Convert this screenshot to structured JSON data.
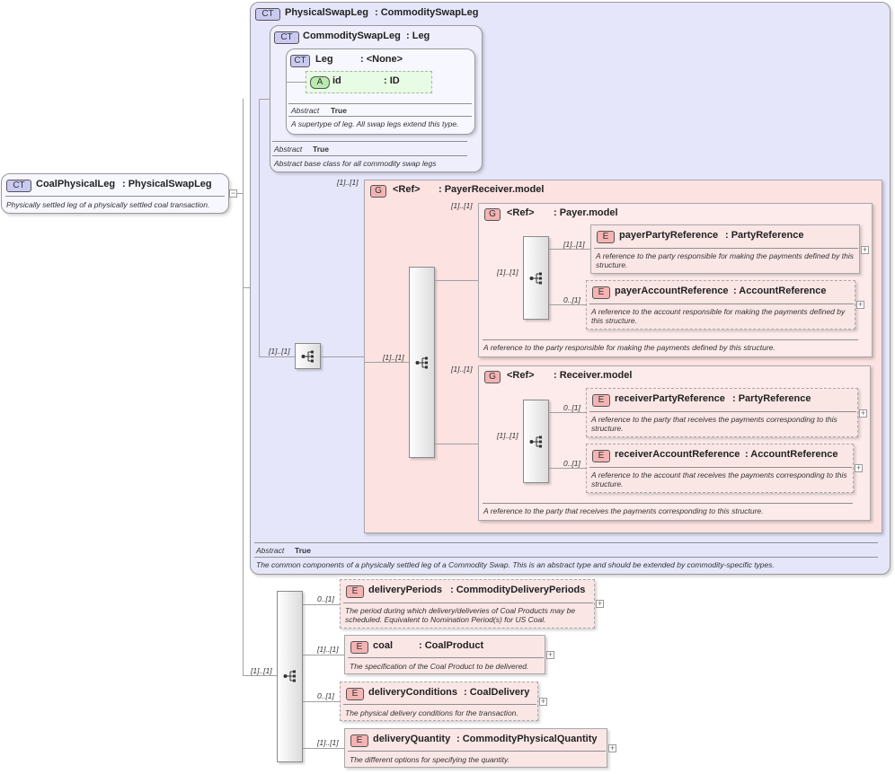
{
  "root": {
    "badge": "CT",
    "name": "CoalPhysicalLeg",
    "type": ": PhysicalSwapLeg",
    "desc": "Physically settled leg of a physically settled coal transaction.",
    "toggle": "−"
  },
  "physical_swap_leg": {
    "badge": "CT",
    "name": "PhysicalSwapLeg",
    "type": ": CommoditySwapLeg",
    "abstract_label": "Abstract",
    "abstract_value": "True",
    "desc": "The common components of a physically settled leg of a Commodity Swap. This is an abstract type and should be extended by commodity-specific types."
  },
  "commodity_swap_leg": {
    "badge": "CT",
    "name": "CommoditySwapLeg",
    "type": ": Leg",
    "abstract_label": "Abstract",
    "abstract_value": "True",
    "desc": "Abstract base class for all commodity swap legs"
  },
  "leg": {
    "badge": "CT",
    "name": "Leg",
    "type": ": <None>",
    "abstract_label": "Abstract",
    "abstract_value": "True",
    "desc": "A supertype of leg. All swap legs extend this type."
  },
  "id_attr": {
    "badge": "A",
    "name": "id",
    "type": ": ID"
  },
  "seq_cards": {
    "psl_seq": "[1]..[1]",
    "pr_group": "[1]..[1]",
    "pr_inner": "[1]..[1]",
    "payer_group": "[1]..[1]",
    "receiver_group": "[1]..[1]",
    "main_seq": "[1]..[1]"
  },
  "payer_receiver_model": {
    "badge": "G",
    "ref": "<Ref>",
    "name": ": PayerReceiver.model"
  },
  "payer_model": {
    "badge": "G",
    "ref": "<Ref>",
    "name": ": Payer.model",
    "seq_card": "[1]..[1]",
    "desc": "A reference to the party responsible for making the payments defined by this structure.",
    "elements": [
      {
        "card": "[1]..[1]",
        "badge": "E",
        "name": "payerPartyReference",
        "type": ": PartyReference",
        "desc": "A reference to the party responsible for making the payments defined by this structure.",
        "toggle": "+"
      },
      {
        "card": "0..[1]",
        "badge": "E",
        "name": "payerAccountReference",
        "type": ": AccountReference",
        "desc": "A reference to the account responsible for making the payments defined by this structure.",
        "toggle": "+"
      }
    ]
  },
  "receiver_model": {
    "badge": "G",
    "ref": "<Ref>",
    "name": ": Receiver.model",
    "seq_card": "[1]..[1]",
    "desc": "A reference to the party that receives the payments corresponding to this structure.",
    "elements": [
      {
        "card": "0..[1]",
        "badge": "E",
        "name": "receiverPartyReference",
        "type": ": PartyReference",
        "desc": "A reference to the party that receives the payments corresponding to this structure.",
        "toggle": "+"
      },
      {
        "card": "0..[1]",
        "badge": "E",
        "name": "receiverAccountReference",
        "type": ": AccountReference",
        "desc": "A reference to the account that receives the payments corresponding to this structure.",
        "toggle": "+"
      }
    ]
  },
  "coal_elements": [
    {
      "card": "0..[1]",
      "badge": "E",
      "name": "deliveryPeriods",
      "type": ": CommodityDeliveryPeriods",
      "desc": "The period during which delivery/deliveries of Coal Products may be scheduled. Equivalent to Nomination Period(s) for US Coal.",
      "toggle": "+"
    },
    {
      "card": "[1]..[1]",
      "badge": "E",
      "name": "coal",
      "type": ": CoalProduct",
      "desc": "The specification of the Coal Product to be delivered.",
      "toggle": "+"
    },
    {
      "card": "0..[1]",
      "badge": "E",
      "name": "deliveryConditions",
      "type": ": CoalDelivery",
      "desc": "The physical delivery conditions for the transaction.",
      "toggle": "+"
    },
    {
      "card": "[1]..[1]",
      "badge": "E",
      "name": "deliveryQuantity",
      "type": ": CommodityPhysicalQuantity",
      "desc": "The different options for specifying the quantity.",
      "toggle": "+"
    }
  ]
}
